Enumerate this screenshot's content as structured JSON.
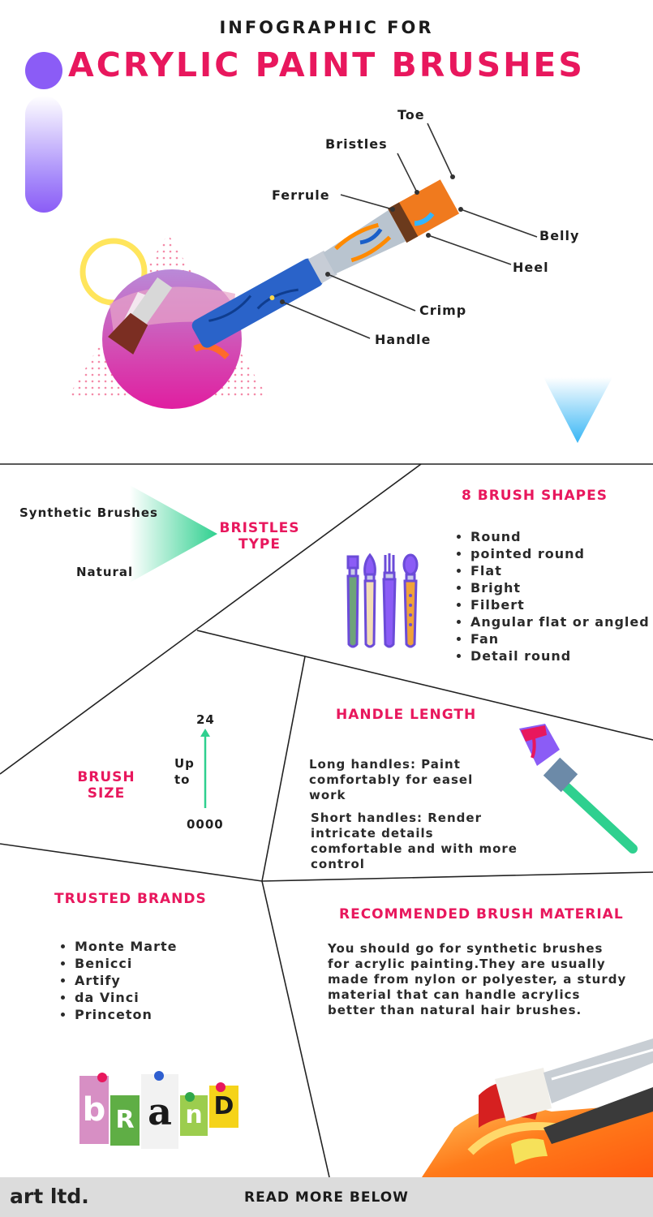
{
  "header": {
    "subtitle": "INFOGRAPHIC FOR",
    "title": "ACRYLIC PAINT BRUSHES"
  },
  "brush_parts": {
    "toe": "Toe",
    "bristles": "Bristles",
    "ferrule": "Ferrule",
    "belly": "Belly",
    "heel": "Heel",
    "crimp": "Crimp",
    "handle": "Handle"
  },
  "bristles_type": {
    "heading_line1": "BRISTLES",
    "heading_line2": "TYPE",
    "option1": "Synthetic Brushes",
    "option2": "Natural"
  },
  "brush_shapes": {
    "heading": "8 BRUSH SHAPES",
    "items": [
      "Round",
      "pointed round",
      "Flat",
      "Bright",
      "Filbert",
      "Angular flat or angled",
      "Fan",
      "Detail round"
    ]
  },
  "brush_size": {
    "heading_line1": "BRUSH",
    "heading_line2": "SIZE",
    "top": "24",
    "label_line1": "Up",
    "label_line2": "to",
    "bottom": "0000"
  },
  "handle_length": {
    "heading": "HANDLE LENGTH",
    "long": "Long handles: Paint comfortably for easel work",
    "short": "Short handles: Render intricate details comfortable and with more control"
  },
  "trusted_brands": {
    "heading": "TRUSTED BRANDS",
    "items": [
      "Monte Marte",
      "Benicci",
      "Artify",
      "da Vinci",
      "Princeton"
    ],
    "badge_letters": [
      "b",
      "R",
      "a",
      "n",
      "D"
    ]
  },
  "material": {
    "heading": "RECOMMENDED BRUSH MATERIAL",
    "text": "You should go for synthetic brushes for acrylic painting.They are usually made from nylon or polyester, a sturdy material that can handle acrylics better than natural hair brushes."
  },
  "footer": {
    "logo": "art ltd.",
    "cta": "READ MORE BELOW"
  },
  "colors": {
    "accent_pink": "#e8175d",
    "accent_purple": "#8b5cf6",
    "accent_green": "#2fd08f"
  }
}
